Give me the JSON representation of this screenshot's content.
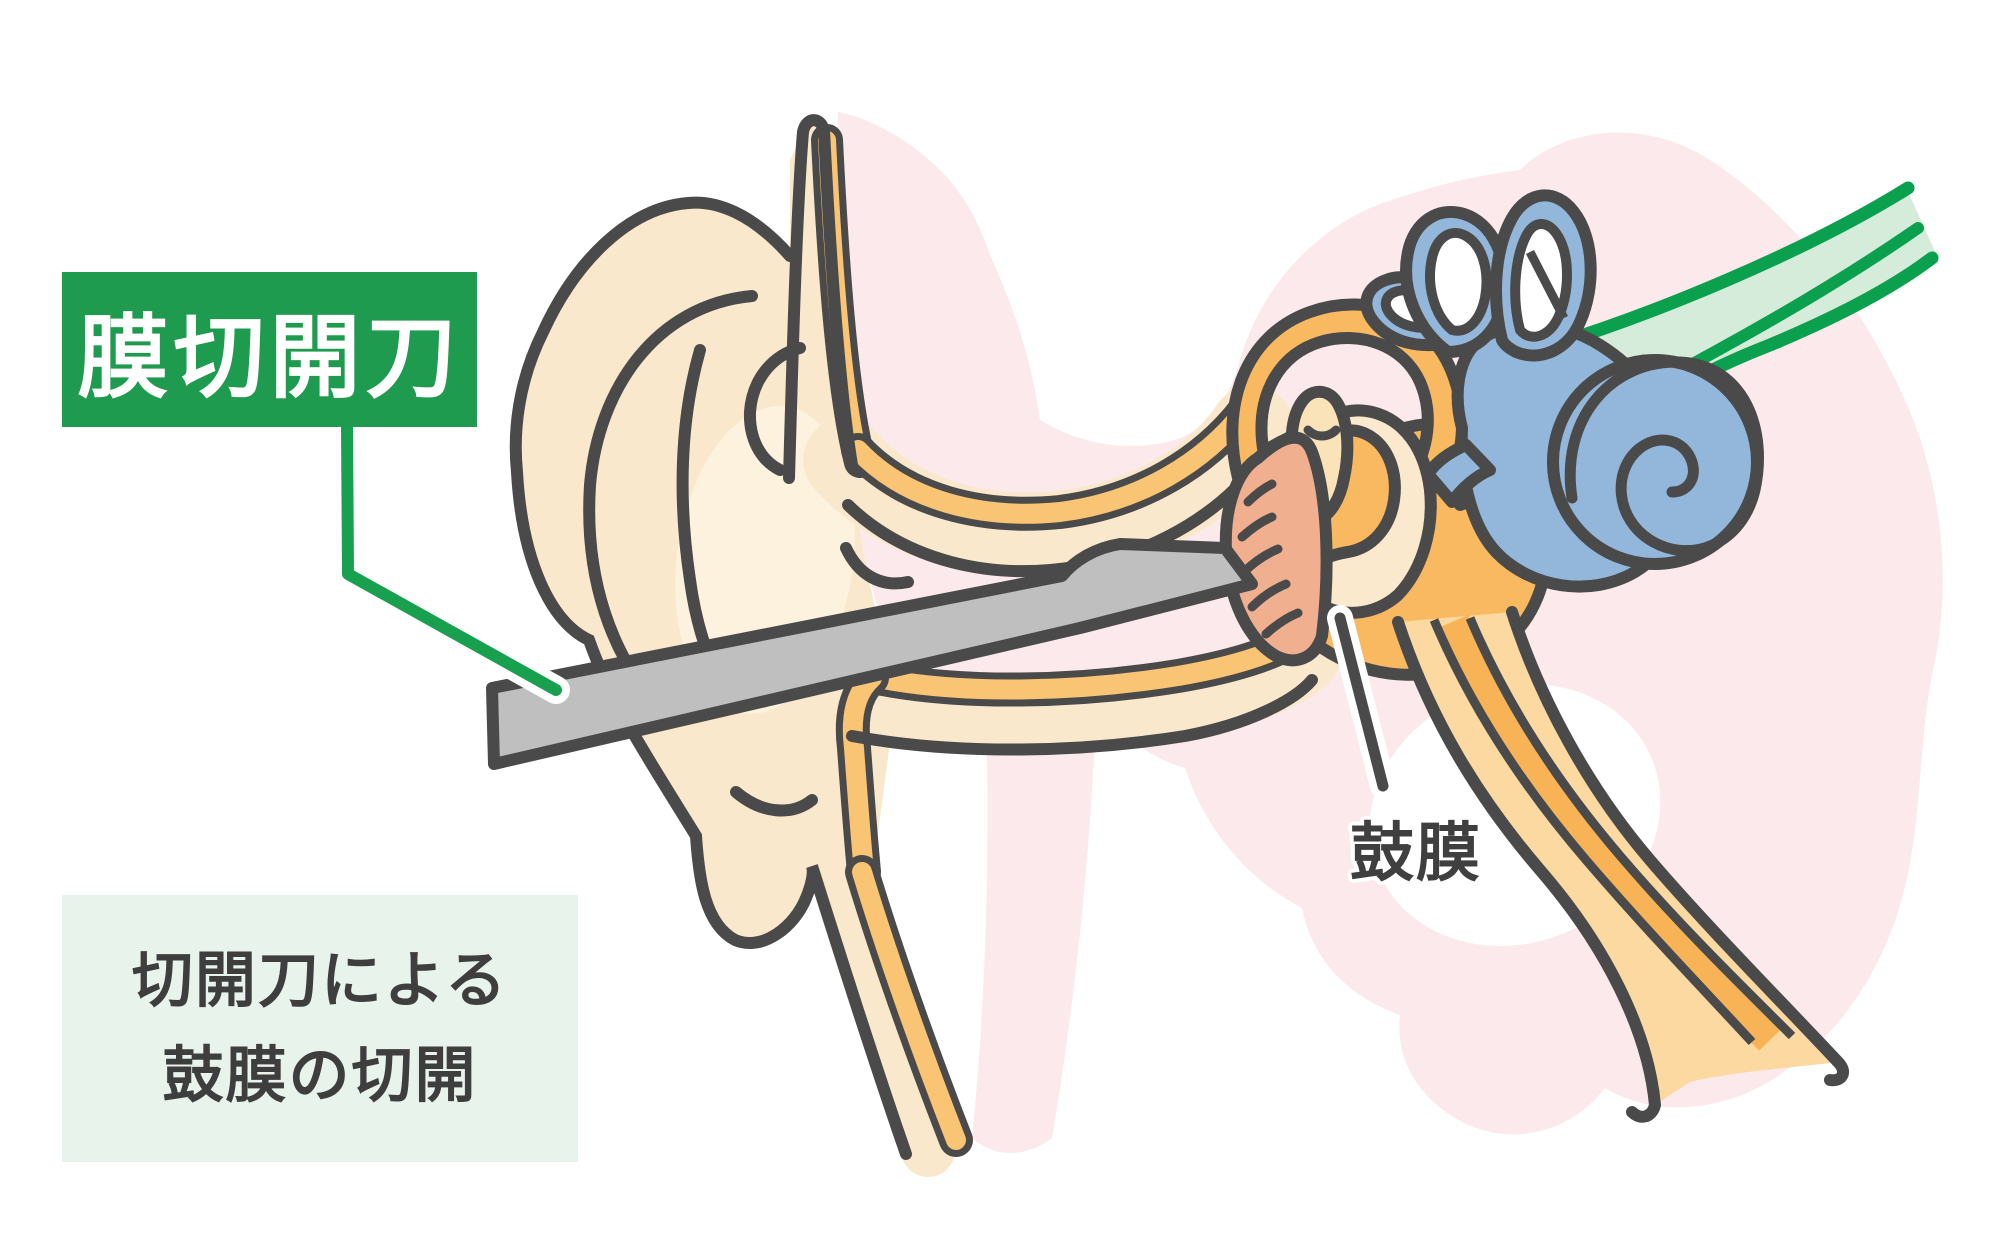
{
  "figure": {
    "type": "medical-illustration",
    "subject": "ear-anatomy-myringotomy",
    "tool_label": "膜切開刀",
    "eardrum_label": "鼓膜",
    "caption_line1": "切開刀による",
    "caption_line2": "鼓膜の切開",
    "colors": {
      "label_box_green": "#1E9B4E",
      "caption_box_green": "#E8F3EC",
      "pointer_green": "#18A04F",
      "nerve_green_dark": "#0AA04E",
      "nerve_green_light": "#D5ECDA",
      "outline_gray": "#4A4A4A",
      "skin_cream": "#FAE8CC",
      "skin_cream_light": "#FCF2DE",
      "mucosa_orange": "#F9C473",
      "middle_ear_orange": "#F8B960",
      "tube_orange_light": "#FBD9A0",
      "tube_orange_dark": "#F8B356",
      "labyrinth_blue": "#92B7DB",
      "eardrum_salmon": "#F0AF8E",
      "background_pink": "#FBE9EC",
      "scalpel_gray": "#BFBFBF",
      "text_dark": "#3E3E3E",
      "label_text_white": "#FFFFFF"
    }
  }
}
